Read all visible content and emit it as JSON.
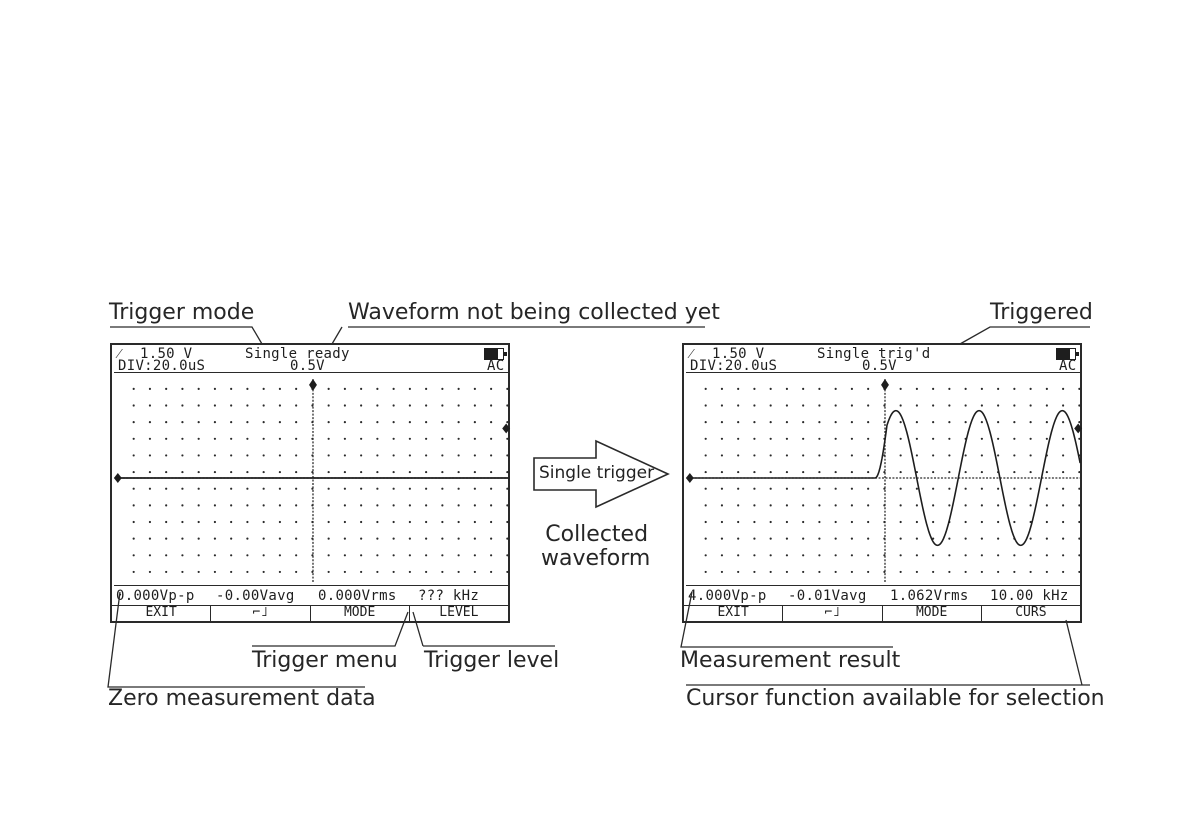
{
  "callouts": {
    "trigger_mode": "Trigger mode",
    "waveform_not_collected": "Waveform not being collected yet",
    "triggered": "Triggered",
    "trigger_menu": "Trigger menu",
    "trigger_level": "Trigger level",
    "zero_measurement": "Zero measurement data",
    "measurement_result": "Measurement result",
    "cursor_function": "Cursor function available for selection",
    "collected_waveform_line1": "Collected",
    "collected_waveform_line2": "waveform"
  },
  "arrow": {
    "label": "Single trigger"
  },
  "screen_before": {
    "trigger_level": "1.50 V",
    "mode_status": "Single ready",
    "time_div": "DIV:20.0uS",
    "volt_div": "0.5V",
    "coupling": "AC",
    "battery_icon": "battery-icon",
    "measurements": [
      "0.000Vp-p",
      "-0.00Vavg",
      "0.000Vrms",
      "??? kHz"
    ],
    "softkeys": [
      "EXIT",
      "⌐˩",
      "MODE",
      "LEVEL"
    ]
  },
  "screen_after": {
    "trigger_level": "1.50 V",
    "mode_status": "Single  trig'd",
    "time_div": "DIV:20.0uS",
    "volt_div": "0.5V",
    "coupling": "AC",
    "battery_icon": "battery-icon",
    "measurements": [
      "4.000Vp-p",
      "-0.01Vavg",
      "1.062Vrms",
      "10.00 kHz"
    ],
    "softkeys": [
      "EXIT",
      "⌐˩",
      "MODE",
      "CURS"
    ]
  },
  "colors": {
    "ink": "#2a2a2a",
    "background": "#ffffff"
  }
}
